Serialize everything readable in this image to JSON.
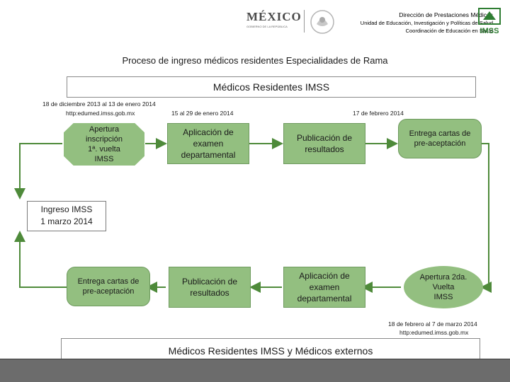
{
  "header": {
    "line1": "Dirección de Prestaciones Médicas",
    "line2": "Unidad de Educación, Investigación y Políticas de Salud",
    "line3": "Coordinación de Educación en Salud",
    "mexico_logo": "MÉXICO",
    "mexico_sub": "GOBIERNO DE LA REPÚBLICA",
    "imss_logo": "IMSS"
  },
  "title": "Proceso de ingreso médicos residentes Especialidades de Rama",
  "top_bar": "Médicos Residentes IMSS",
  "bottom_bar": "Médicos Residentes IMSS y Médicos externos",
  "dates": {
    "d1_line1": "18 de diciembre 2013 al 13 de enero 2014",
    "d1_line2": "http:edumed.imss.gob.mx",
    "d2": "15 al 29 de enero 2014",
    "d3": "17 de febrero 2014",
    "d4_line1": "18 de febrero al 7 de marzo 2014",
    "d4_line2": "http:edumed.imss.gob.mx"
  },
  "row1": {
    "n1": [
      "Apertura",
      "inscripción",
      "1ª. vuelta",
      "IMSS"
    ],
    "n2": [
      "Aplicación de",
      "examen",
      "departamental"
    ],
    "n3": [
      "Publicación de",
      "resultados"
    ],
    "n4": [
      "Entrega cartas de",
      "pre-aceptación"
    ]
  },
  "ingreso": [
    "Ingreso IMSS",
    "1 marzo 2014"
  ],
  "row2": {
    "n1": [
      "Entrega cartas de",
      "pre-aceptación"
    ],
    "n2": [
      "Publicación de",
      "resultados"
    ],
    "n3": [
      "Aplicación de",
      "examen",
      "departamental"
    ],
    "n4": [
      "Apertura 2da.",
      "Vuelta",
      "IMSS"
    ]
  },
  "colors": {
    "node_green": "#93bf80",
    "arrow_green": "#4e8a3a",
    "footer_gray": "#6c6c6c",
    "imss_green": "#2e7d32"
  },
  "icons": [
    "mexico-seal-icon",
    "imss-eagle-icon"
  ]
}
